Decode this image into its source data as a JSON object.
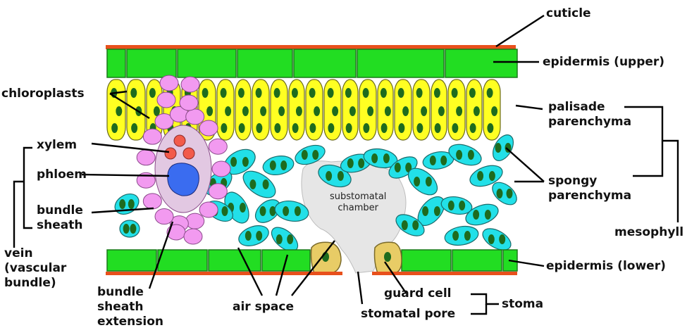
{
  "labels": {
    "cuticle": "cuticle",
    "epidermis_upper": "epidermis (upper)",
    "palisade_1": "palisade",
    "palisade_2": "parenchyma",
    "spongy_1": "spongy",
    "spongy_2": "parenchyma",
    "mesophyll": "mesophyll",
    "epidermis_lower": "epidermis (lower)",
    "stoma": "stoma",
    "guard_cell": "guard cell",
    "stomatal_pore": "stomatal pore",
    "air_space": "air space",
    "chloroplasts": "chloroplasts",
    "xylem": "xylem",
    "phloem": "phloem",
    "bundle_sheath_1": "bundle",
    "bundle_sheath_2": "sheath",
    "vein_1": "vein",
    "vein_2": "(vascular",
    "vein_3": "bundle)",
    "bse_1": "bundle",
    "bse_2": "sheath",
    "bse_3": "extension",
    "substomatal_1": "substomatal",
    "substomatal_2": "chamber"
  },
  "colors": {
    "cuticle": "#e8501c",
    "epidermis": "#22dd22",
    "palisade": "#ffff22",
    "chloroplast": "#1e6b1e",
    "spongy": "#22e0e8",
    "bundle_sheath": "#f29af0",
    "xylem": "#f2a29a",
    "phloem": "#3a6cf0",
    "guard_cell": "#e8cc66",
    "chamber": "#e6e6e6"
  }
}
